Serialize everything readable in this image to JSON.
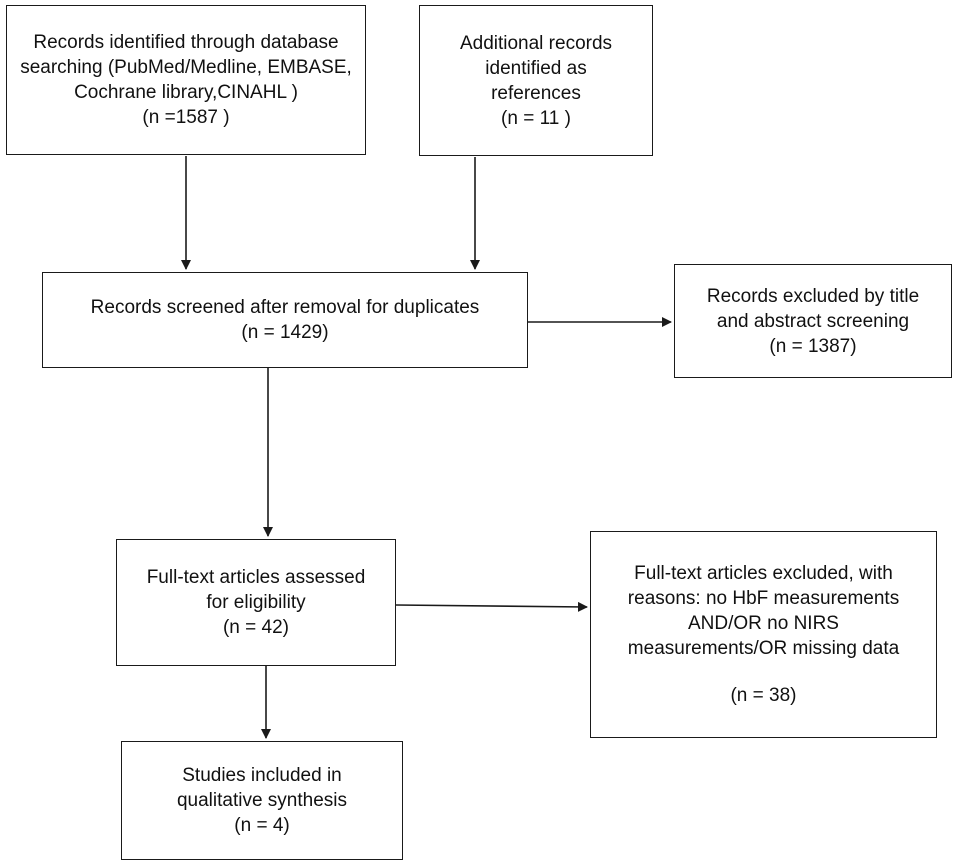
{
  "boxes": {
    "database": {
      "lines": [
        "Records identified through database",
        "searching (PubMed/Medline, EMBASE,",
        "Cochrane library,CINAHL )",
        "(n =1587 )"
      ]
    },
    "additional": {
      "lines": [
        "Additional records",
        "identified as",
        "references",
        "(n = 11  )"
      ]
    },
    "screened": {
      "lines": [
        "Records screened after removal for duplicates",
        "(n = 1429)"
      ]
    },
    "excluded_title": {
      "lines": [
        "Records excluded by title",
        "and abstract screening",
        "(n = 1387)"
      ]
    },
    "fulltext": {
      "lines": [
        "Full-text articles assessed",
        "for eligibility",
        "(n = 42)"
      ]
    },
    "fulltext_excluded": {
      "lines": [
        "Full-text articles excluded, with",
        "reasons: no HbF measurements",
        "AND/OR no NIRS",
        "measurements/OR missing data"
      ],
      "count": "(n = 38)"
    },
    "included": {
      "lines": [
        "Studies included in",
        "qualitative synthesis",
        "(n = 4)"
      ]
    }
  },
  "colors": {
    "stroke": "#1a1a1a",
    "background": "#ffffff"
  }
}
